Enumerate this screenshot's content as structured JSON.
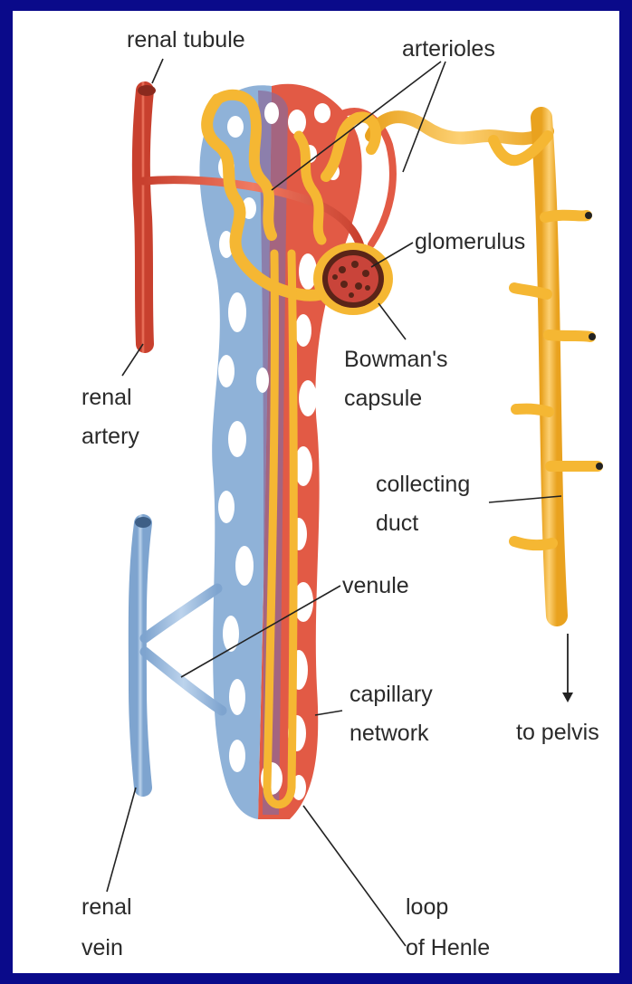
{
  "labels": {
    "renal_tubule": "renal tubule",
    "arterioles": "arterioles",
    "glomerulus": "glomerulus",
    "bowmans_capsule_1": "Bowman's",
    "bowmans_capsule_2": "capsule",
    "renal_artery_1": "renal",
    "renal_artery_2": "artery",
    "collecting_duct_1": "collecting",
    "collecting_duct_2": "duct",
    "venule": "venule",
    "capillary_network_1": "capillary",
    "capillary_network_2": "network",
    "to_pelvis": "to pelvis",
    "renal_vein_1": "renal",
    "renal_vein_2": "vein",
    "loop_of_henle_1": "loop",
    "loop_of_henle_2": "of Henle"
  },
  "colors": {
    "border": "#0a0a8a",
    "artery": "#e25a45",
    "vein": "#8fb2d8",
    "tubule": "#f5b733",
    "capsule": "#5a2418"
  }
}
